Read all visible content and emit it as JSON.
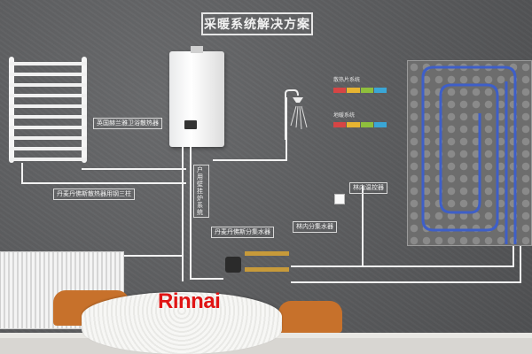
{
  "scene": {
    "title": "采暖系统解决方案",
    "brand_logo": "Rinnai",
    "brand_color": "#e01414",
    "labels": {
      "towel_radiator": "英国赫兰雅卫浴散热器",
      "radiator_panel": "丹麦丹佛斯散热器用钢三柱",
      "manifold_left": "户用壁挂炉 系统",
      "manifold": "丹麦丹佛斯分集水器",
      "divider": "林内分集水器",
      "thermostat": "林内温控器",
      "radiator_system": "散热片系统",
      "floor_system": "地暖系统"
    },
    "legend_colors": [
      "#d64545",
      "#e7b431",
      "#8fbf3c",
      "#3aa6d6"
    ],
    "icons": [
      "thermostat-icon",
      "shower-icon"
    ]
  }
}
